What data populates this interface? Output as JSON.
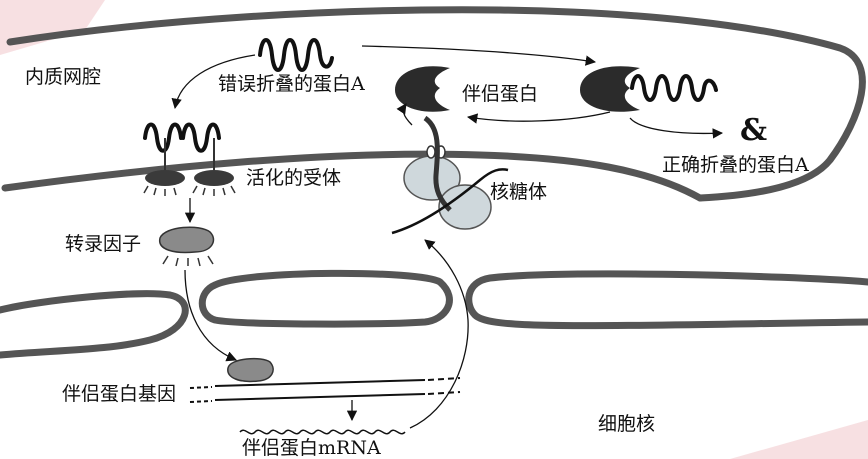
{
  "labels": {
    "er_lumen": "内质网腔",
    "misfolded_protein": "错误折叠的蛋白A",
    "chaperone": "伴侣蛋白",
    "correctly_folded_protein": "正确折叠的蛋白A",
    "activated_receptor": "活化的受体",
    "ribosome": "核糖体",
    "transcription_factor": "转录因子",
    "chaperone_gene": "伴侣蛋白基因",
    "chaperone_mrna": "伴侣蛋白mRNA",
    "nucleus": "细胞核"
  },
  "colors": {
    "membrane": "#555555",
    "chaperone_fill": "#2b2b2b",
    "ribosome_fill": "#cfd8dc",
    "factor_fill": "#8a8a8a",
    "watermark": "#e7a7ac"
  }
}
